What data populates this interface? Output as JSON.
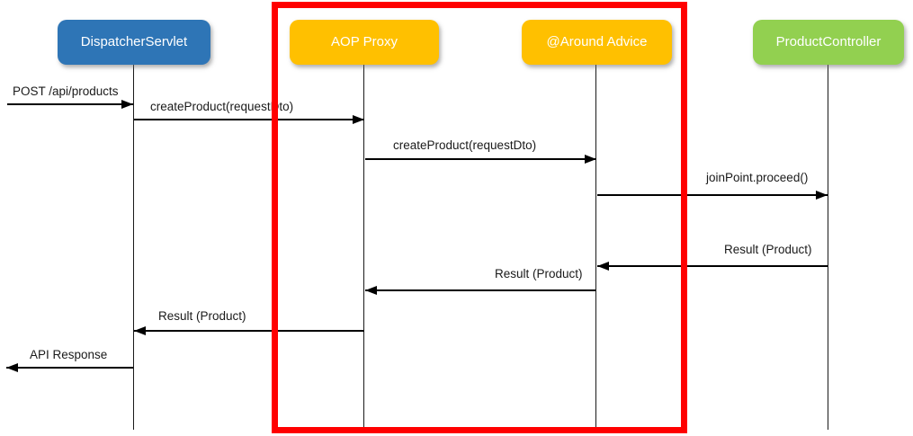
{
  "diagram": {
    "type": "sequence-diagram",
    "background_color": "#FFFFFF",
    "line_color": "#000000"
  },
  "actors": [
    {
      "id": "dispatcher-servlet",
      "label": "DispatcherServlet",
      "color": "#2E75B6",
      "text_color": "#FFFFFF"
    },
    {
      "id": "aop-proxy",
      "label": "AOP Proxy",
      "color": "#FFC000",
      "text_color": "#FFFFFF"
    },
    {
      "id": "around-advice",
      "label": "@Around Advice",
      "color": "#FFC000",
      "text_color": "#FFFFFF"
    },
    {
      "id": "product-controller",
      "label": "ProductController",
      "color": "#92D050",
      "text_color": "#FFFFFF"
    }
  ],
  "messages": [
    {
      "label": "POST /api/products",
      "from": "client",
      "to": "DispatcherServlet",
      "direction": "right"
    },
    {
      "label": "createProduct(requestDto)",
      "from": "DispatcherServlet",
      "to": "AOP Proxy",
      "direction": "right"
    },
    {
      "label": "createProduct(requestDto)",
      "from": "AOP Proxy",
      "to": "@Around Advice",
      "direction": "right"
    },
    {
      "label": "joinPoint.proceed()",
      "from": "@Around Advice",
      "to": "ProductController",
      "direction": "right"
    },
    {
      "label": "Result (Product)",
      "from": "ProductController",
      "to": "@Around Advice",
      "direction": "left"
    },
    {
      "label": "Result (Product)",
      "from": "@Around Advice",
      "to": "AOP Proxy",
      "direction": "left"
    },
    {
      "label": "Result (Product)",
      "from": "AOP Proxy",
      "to": "DispatcherServlet",
      "direction": "left"
    },
    {
      "label": "API Response",
      "from": "DispatcherServlet",
      "to": "client",
      "direction": "left"
    }
  ],
  "highlight": {
    "color": "#FF0000",
    "encloses": [
      "AOP Proxy",
      "@Around Advice"
    ]
  }
}
